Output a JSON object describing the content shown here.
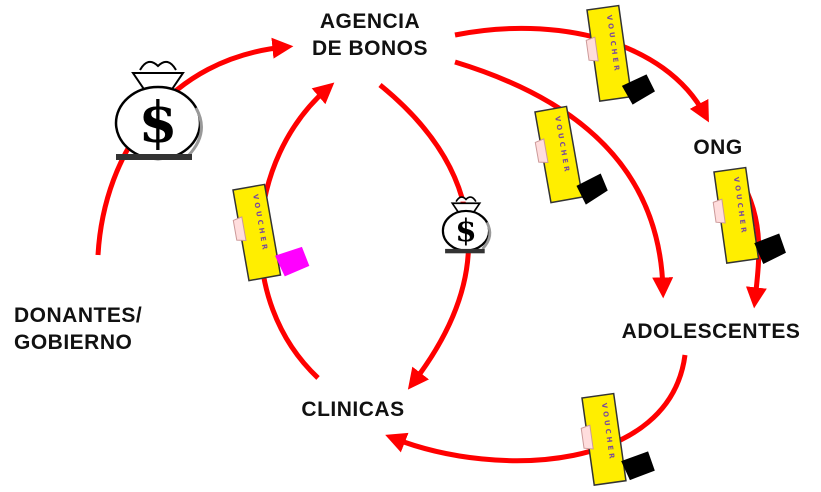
{
  "nodes": {
    "agencia_line1": "AGENCIA",
    "agencia_line2": "DE BONOS",
    "ong": "ONG",
    "adolescentes": "ADOLESCENTES",
    "clinicas": "CLINICAS",
    "donantes_line1": "DONANTES/",
    "donantes_line2": "GOBIERNO"
  },
  "voucher_text": "VOUCHER",
  "money_symbol": "$",
  "colors": {
    "arrow": "#ff0000",
    "voucher": "#ffee00",
    "voucher_border": "#333333",
    "bag": "#ffffff",
    "hand_dark": "#000000",
    "hand_pink": "#ff00ff"
  }
}
